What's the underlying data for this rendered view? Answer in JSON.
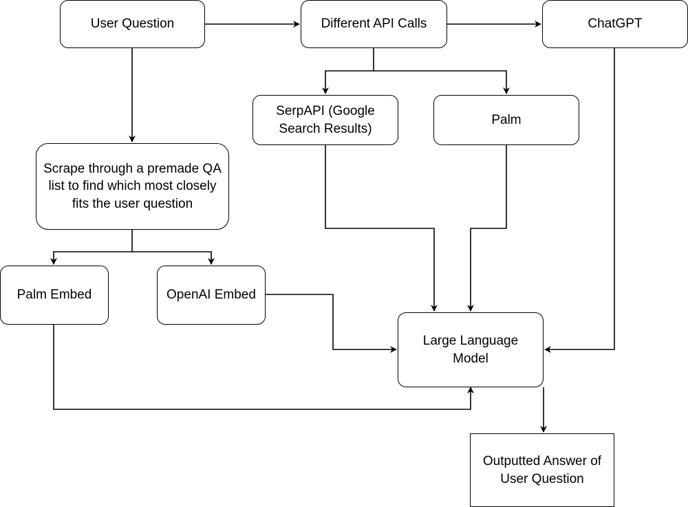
{
  "nodes": {
    "user_question": "User Question",
    "api_calls": "Different API Calls",
    "chatgpt": "ChatGPT",
    "serpapi": "SerpAPI (Google Search Results)",
    "palm": "Palm",
    "scrape": "Scrape through a premade QA list to find which most closely fits the user question",
    "palm_embed": "Palm Embed",
    "openai_embed": "OpenAI Embed",
    "llm": "Large Language Model",
    "output": "Outputted Answer of User Question"
  },
  "colors": {
    "stroke": "#000000",
    "fill": "#ffffff"
  }
}
